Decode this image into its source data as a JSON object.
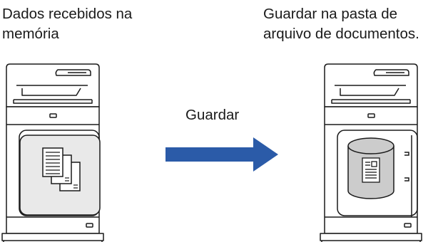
{
  "source_caption": "Dados recebidos na\nmemória",
  "destination_caption": "Guardar na pasta de\narquivo de documentos.",
  "action_label": "Guardar",
  "colors": {
    "arrow": "#2b5ba8",
    "outline": "#1a1a1a",
    "storage_fill": "#cccccc"
  },
  "icons": [
    "printer-icon",
    "documents-stack-icon",
    "arrow-right-icon",
    "database-cylinder-icon",
    "document-icon"
  ]
}
